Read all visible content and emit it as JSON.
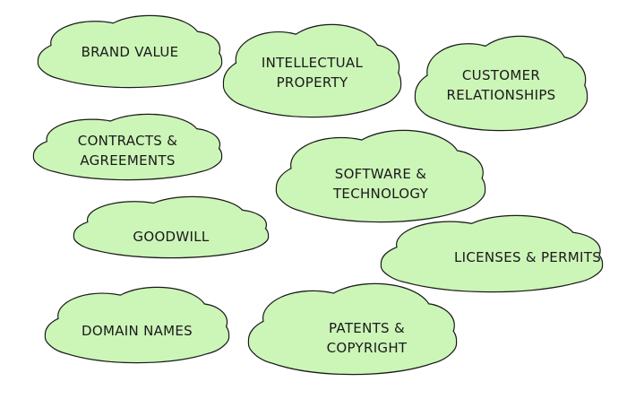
{
  "style": {
    "cloud_fill": "#ccf5b8",
    "cloud_stroke": "#1a1a1a",
    "text_color": "#1a1a1a"
  },
  "clouds": [
    {
      "id": "brand-value",
      "lines": [
        "BRAND VALUE"
      ]
    },
    {
      "id": "intellectual-property",
      "lines": [
        "INTELLECTUAL",
        "PROPERTY"
      ]
    },
    {
      "id": "customer-relationships",
      "lines": [
        "CUSTOMER",
        "RELATIONSHIPS"
      ]
    },
    {
      "id": "contracts-agreements",
      "lines": [
        "CONTRACTS &",
        "AGREEMENTS"
      ]
    },
    {
      "id": "software-technology",
      "lines": [
        "SOFTWARE &",
        "TECHNOLOGY"
      ]
    },
    {
      "id": "goodwill",
      "lines": [
        "GOODWILL"
      ]
    },
    {
      "id": "licenses-permits",
      "lines": [
        "LICENSES & PERMITS"
      ]
    },
    {
      "id": "domain-names",
      "lines": [
        "DOMAIN NAMES"
      ]
    },
    {
      "id": "patents-copyright",
      "lines": [
        "PATENTS &",
        "COPYRIGHT"
      ]
    }
  ]
}
